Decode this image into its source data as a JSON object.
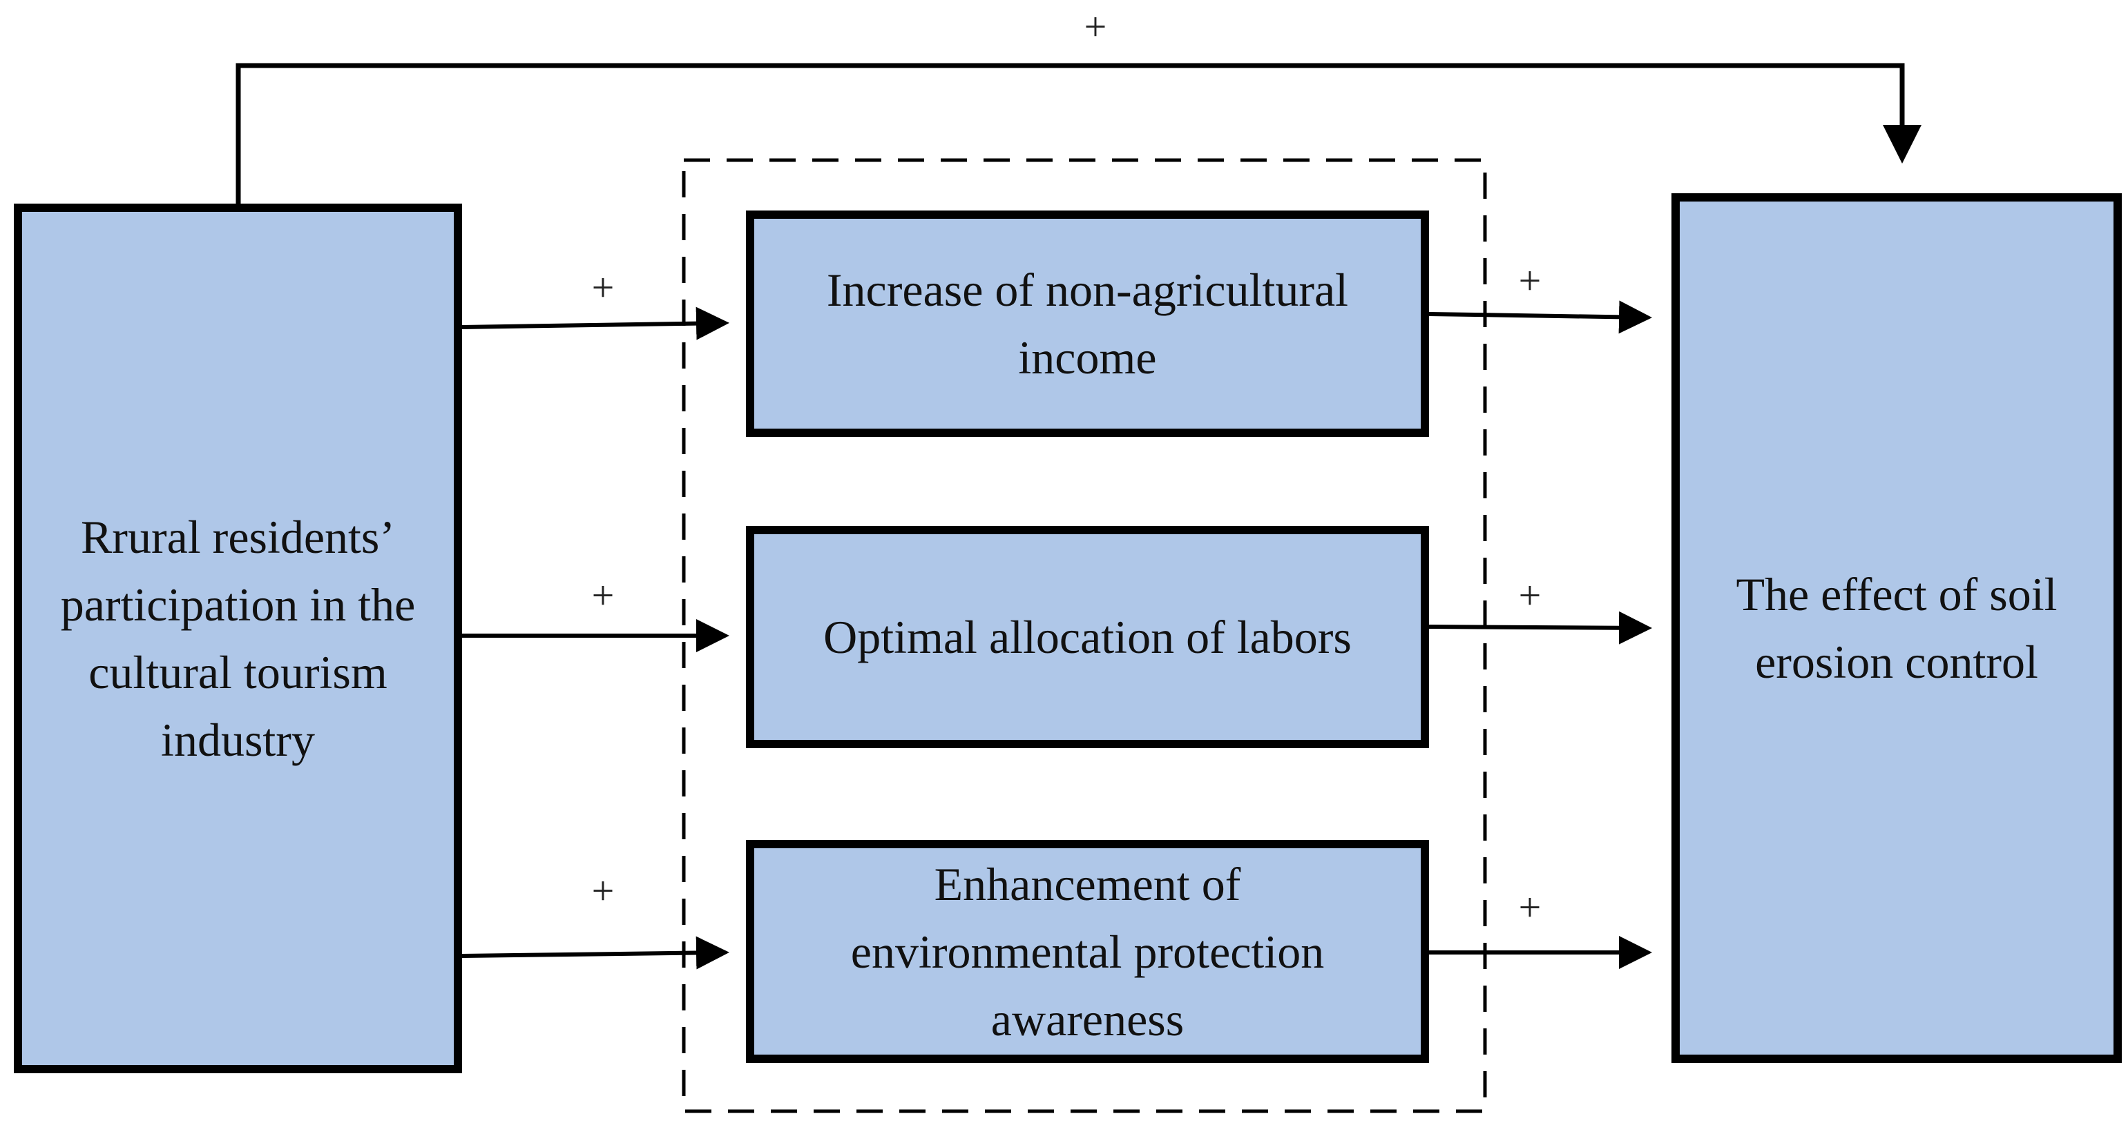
{
  "diagram": {
    "colors": {
      "box_fill": "#afc7e8",
      "box_border": "#000000",
      "line": "#000000",
      "dashed_border": "#000000",
      "text": "#111111"
    },
    "nodes": {
      "source": {
        "label": "Rrural residents’\nparticipation in the\ncultural tourism\nindustry"
      },
      "mediator_income": {
        "label": "Increase of non-agricultural\nincome"
      },
      "mediator_labor": {
        "label": "Optimal allocation of labors"
      },
      "mediator_awareness": {
        "label": "Enhancement of\nenvironmental protection\nawareness"
      },
      "outcome": {
        "label": "The effect of soil\nerosion control"
      }
    },
    "edges": {
      "direct": {
        "sign": "+"
      },
      "source_to_income": {
        "sign": "+"
      },
      "source_to_labor": {
        "sign": "+"
      },
      "source_to_awareness": {
        "sign": "+"
      },
      "income_to_outcome": {
        "sign": "+"
      },
      "labor_to_outcome": {
        "sign": "+"
      },
      "awareness_to_outcome": {
        "sign": "+"
      }
    }
  }
}
